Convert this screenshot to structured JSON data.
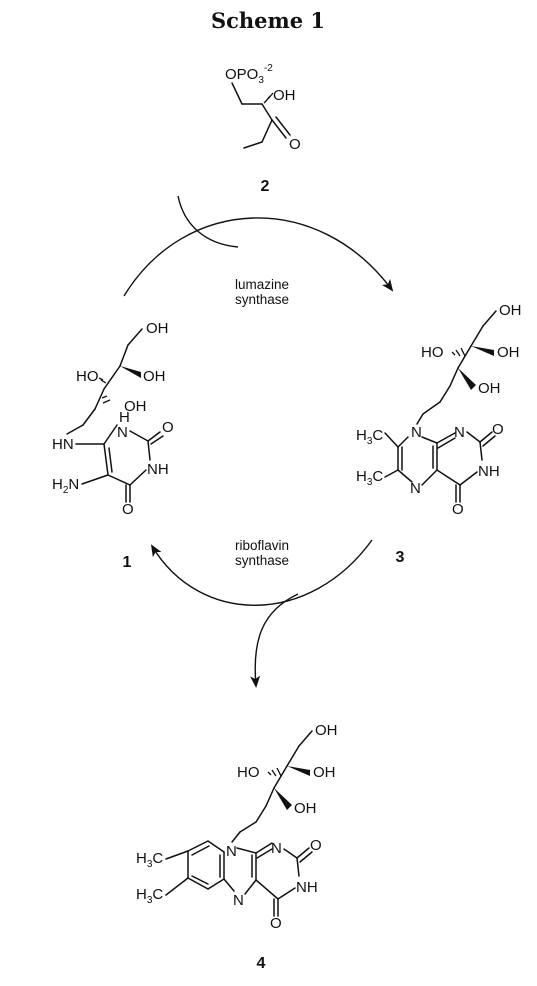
{
  "scheme": {
    "title": "Scheme 1",
    "enzymes": {
      "upper": [
        "lumazine",
        "synthase"
      ],
      "lower": [
        "riboflavin",
        "synthase"
      ]
    },
    "compounds": [
      {
        "number": "1",
        "labels": [
          "OH",
          "HO",
          "OH",
          "OH",
          "HN",
          "H",
          "N",
          "O",
          "NH",
          "H2N",
          "O"
        ]
      },
      {
        "number": "2",
        "labels": [
          "OPO3-2",
          "OH",
          "O"
        ]
      },
      {
        "number": "3",
        "labels": [
          "OH",
          "HO",
          "OH",
          "OH",
          "H3C",
          "N",
          "N",
          "O",
          "NH",
          "H3C",
          "N",
          "O"
        ]
      },
      {
        "number": "4",
        "labels": [
          "OH",
          "HO",
          "OH",
          "OH",
          "H3C",
          "N",
          "N",
          "O",
          "NH",
          "H3C",
          "N",
          "O"
        ]
      }
    ]
  }
}
